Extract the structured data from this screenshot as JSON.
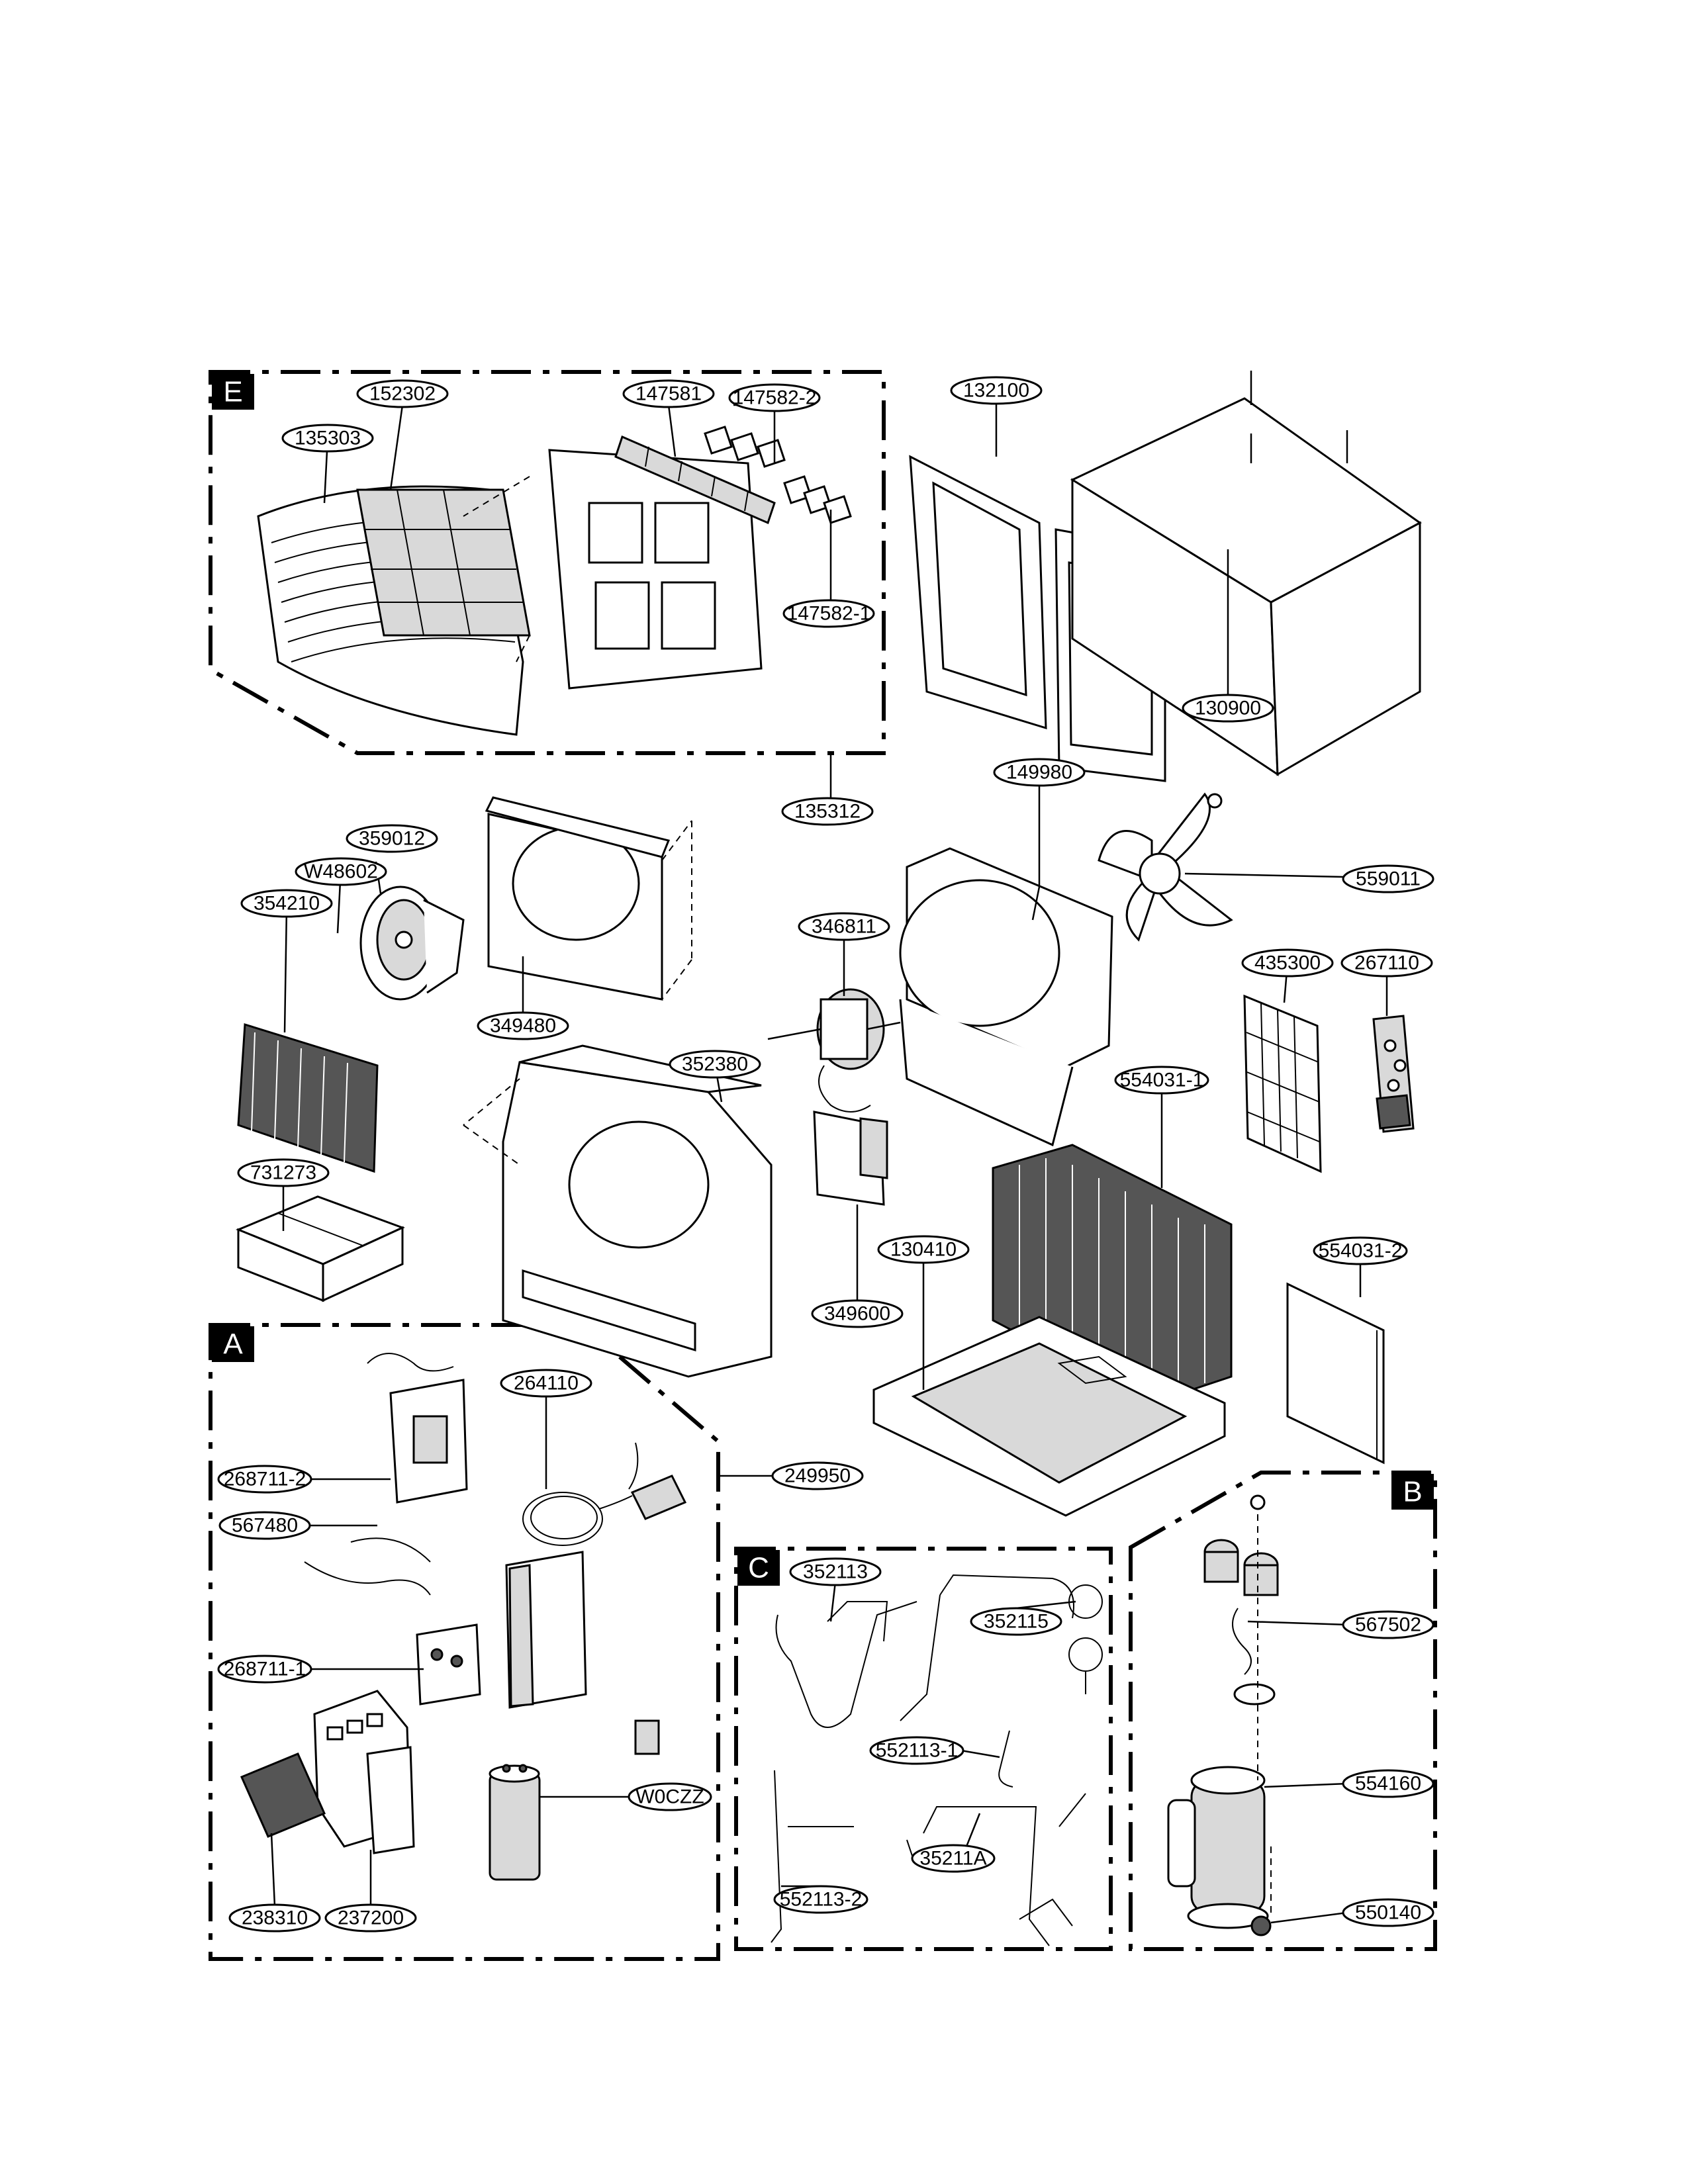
{
  "sections": [
    {
      "id": "E",
      "label": "E"
    },
    {
      "id": "A",
      "label": "A"
    },
    {
      "id": "C",
      "label": "C"
    },
    {
      "id": "B",
      "label": "B"
    }
  ],
  "parts": [
    {
      "id": "p152302",
      "label": "152302"
    },
    {
      "id": "p135303",
      "label": "135303"
    },
    {
      "id": "p147581",
      "label": "147581"
    },
    {
      "id": "p147582-2",
      "label": "147582-2"
    },
    {
      "id": "p147582-1",
      "label": "147582-1"
    },
    {
      "id": "p135312",
      "label": "135312"
    },
    {
      "id": "p132100",
      "label": "132100"
    },
    {
      "id": "p130900",
      "label": "130900"
    },
    {
      "id": "p149980",
      "label": "149980"
    },
    {
      "id": "p559011",
      "label": "559011"
    },
    {
      "id": "p359012",
      "label": "359012"
    },
    {
      "id": "pW48602",
      "label": "W48602"
    },
    {
      "id": "p354210",
      "label": "354210"
    },
    {
      "id": "p349480",
      "label": "349480"
    },
    {
      "id": "p346811",
      "label": "346811"
    },
    {
      "id": "p352380",
      "label": "352380"
    },
    {
      "id": "p435300",
      "label": "435300"
    },
    {
      "id": "p267110",
      "label": "267110"
    },
    {
      "id": "p554031-1",
      "label": "554031-1"
    },
    {
      "id": "p731273",
      "label": "731273"
    },
    {
      "id": "p349600",
      "label": "349600"
    },
    {
      "id": "p130410",
      "label": "130410"
    },
    {
      "id": "p554031-2",
      "label": "554031-2"
    },
    {
      "id": "p264110",
      "label": "264110"
    },
    {
      "id": "p268711-2",
      "label": "268711-2"
    },
    {
      "id": "p249950",
      "label": "249950"
    },
    {
      "id": "p567480",
      "label": "567480"
    },
    {
      "id": "p268711-1",
      "label": "268711-1"
    },
    {
      "id": "pW0CZZ",
      "label": "W0CZZ"
    },
    {
      "id": "p238310",
      "label": "238310"
    },
    {
      "id": "p237200",
      "label": "237200"
    },
    {
      "id": "p352113",
      "label": "352113"
    },
    {
      "id": "p352115",
      "label": "352115"
    },
    {
      "id": "p552113-1",
      "label": "552113-1"
    },
    {
      "id": "p552113-2",
      "label": "552113-2"
    },
    {
      "id": "p35211A",
      "label": "35211A"
    },
    {
      "id": "p567502",
      "label": "567502"
    },
    {
      "id": "p554160",
      "label": "554160"
    },
    {
      "id": "p550140",
      "label": "550140"
    }
  ]
}
